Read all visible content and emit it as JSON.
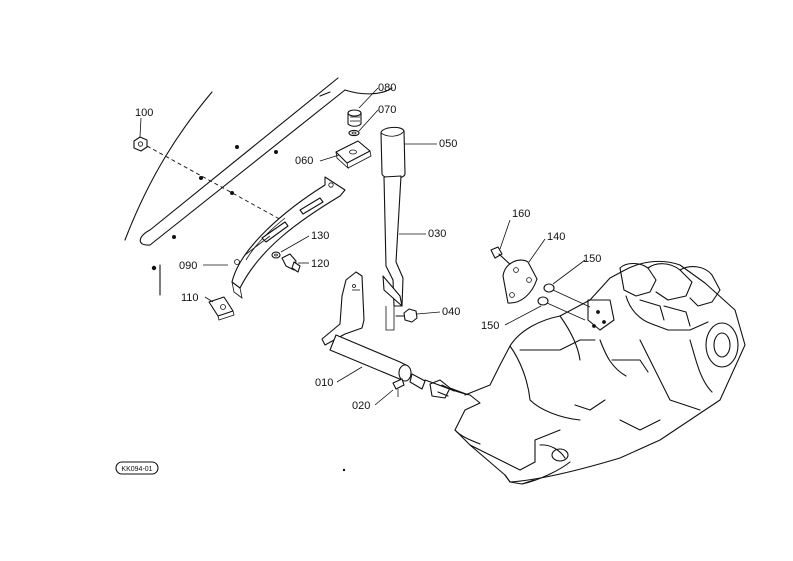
{
  "diagram_code": "KK094-01",
  "parts": [
    {
      "id": "p100",
      "label": "100"
    },
    {
      "id": "p080",
      "label": "080"
    },
    {
      "id": "p070",
      "label": "070"
    },
    {
      "id": "p060",
      "label": "060"
    },
    {
      "id": "p050",
      "label": "050"
    },
    {
      "id": "p030",
      "label": "030"
    },
    {
      "id": "p130",
      "label": "130"
    },
    {
      "id": "p120",
      "label": "120"
    },
    {
      "id": "p090",
      "label": "090"
    },
    {
      "id": "p110",
      "label": "110"
    },
    {
      "id": "p160",
      "label": "160"
    },
    {
      "id": "p140",
      "label": "140"
    },
    {
      "id": "p150a",
      "label": "150"
    },
    {
      "id": "p150b",
      "label": "150"
    },
    {
      "id": "p040",
      "label": "040"
    },
    {
      "id": "p010",
      "label": "010"
    },
    {
      "id": "p020",
      "label": "020"
    }
  ]
}
